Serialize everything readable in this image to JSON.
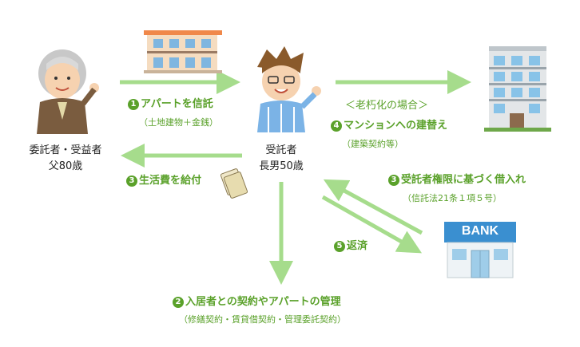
{
  "colors": {
    "arrow": "#a6dc8c",
    "green_text": "#5aa12a",
    "bank_blue": "#3a8fd0"
  },
  "parties": {
    "settlor": {
      "line1": "委託者・受益者",
      "line2": "父80歳"
    },
    "trustee": {
      "line1": "受託者",
      "line2": "長男50歳"
    }
  },
  "steps": {
    "s1": {
      "num": "1",
      "title": "アパートを信託",
      "sub": "（土地建物＋金銭）"
    },
    "s2": {
      "num": "2",
      "title": "入居者との契約やアパートの管理",
      "sub": "（修繕契約・賃貸借契約・管理委託契約）"
    },
    "s3": {
      "num": "3",
      "title": "生活費を給付"
    },
    "s3b": {
      "num": "3",
      "title": "受託者権限に基づく借入れ",
      "sub": "（信託法21条１項５号）"
    },
    "s4": {
      "pre": "＜老朽化の場合＞",
      "num": "4",
      "title": "マンションへの建替え",
      "sub": "（建築契約等）"
    },
    "s5": {
      "num": "5",
      "title": "返済"
    }
  },
  "bank": {
    "label": "BANK"
  },
  "icons": [
    "apartment-icon",
    "mansion-icon",
    "bank-icon",
    "money-icon",
    "father-icon",
    "son-icon"
  ]
}
